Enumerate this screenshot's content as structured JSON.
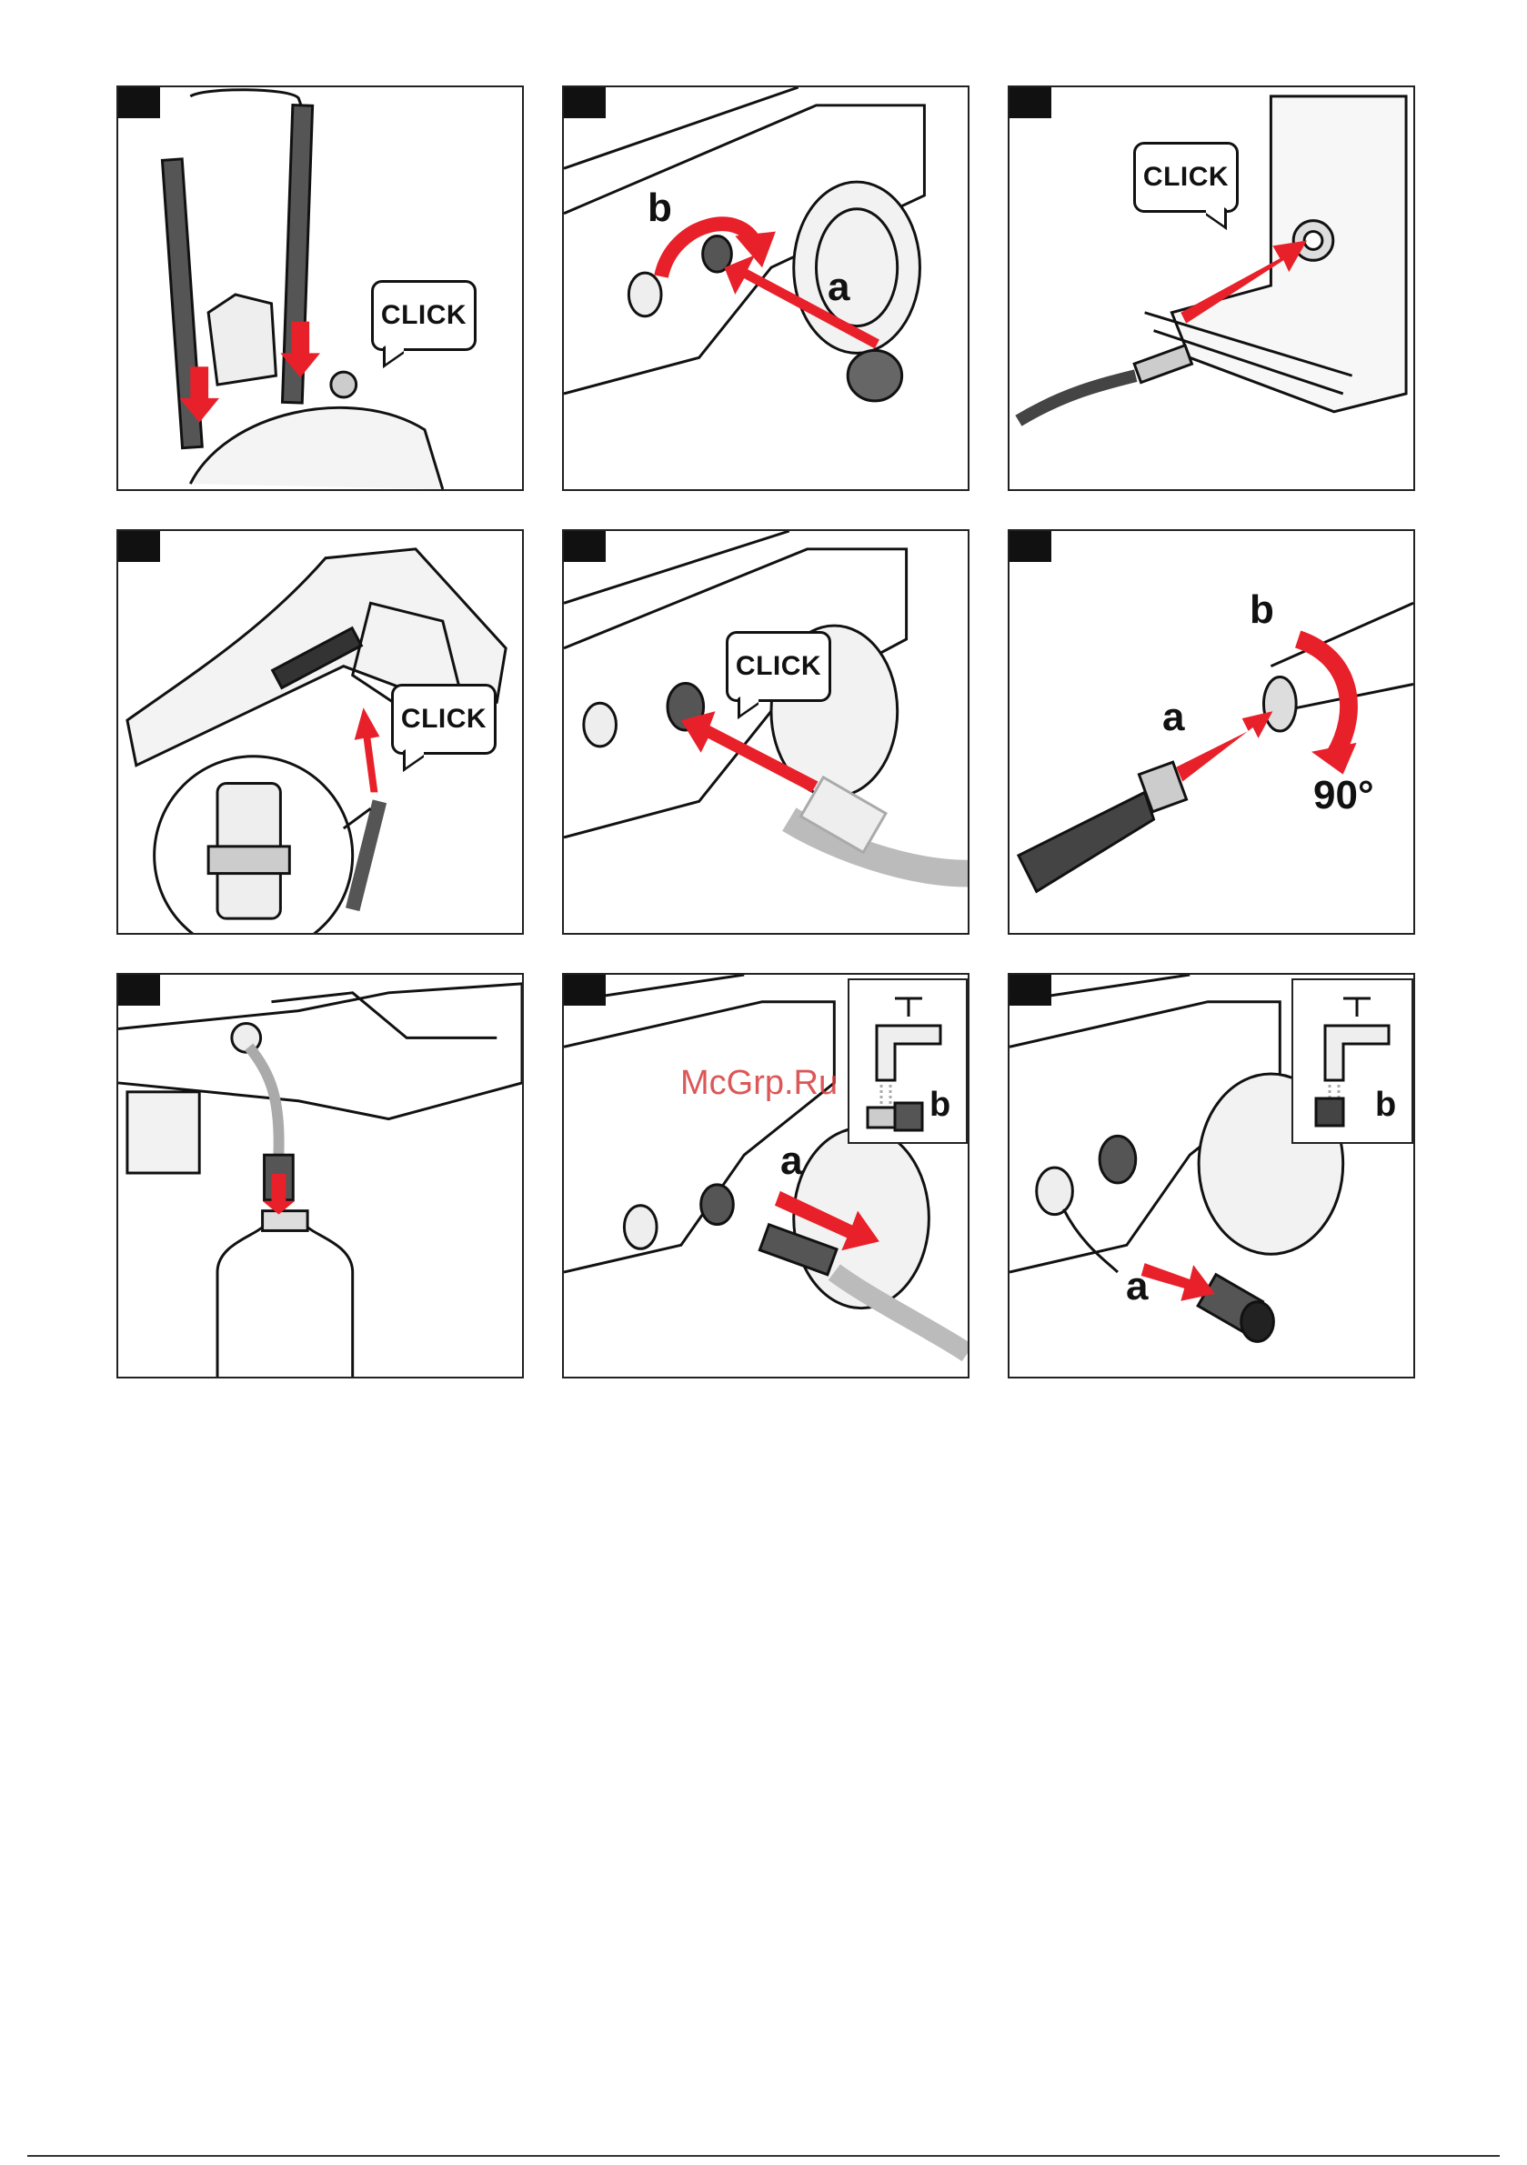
{
  "panels": [
    {
      "id": "p1",
      "labels": {
        "bubble": "CLICK"
      }
    },
    {
      "id": "p2",
      "labels": {
        "a": "a",
        "b": "b"
      }
    },
    {
      "id": "p3",
      "labels": {
        "bubble": "CLICK"
      }
    },
    {
      "id": "p4",
      "labels": {
        "bubble": "CLICK"
      }
    },
    {
      "id": "p5",
      "labels": {
        "bubble": "CLICK"
      }
    },
    {
      "id": "p6",
      "labels": {
        "a": "a",
        "b": "b",
        "angle": "90°"
      }
    },
    {
      "id": "p7",
      "labels": {}
    },
    {
      "id": "p8",
      "labels": {
        "a": "a",
        "b": "b"
      }
    },
    {
      "id": "p9",
      "labels": {
        "a": "a",
        "b": "b"
      }
    }
  ],
  "watermark": "McGrp.Ru",
  "colors": {
    "arrow": "#e8202a",
    "line": "#111111"
  }
}
